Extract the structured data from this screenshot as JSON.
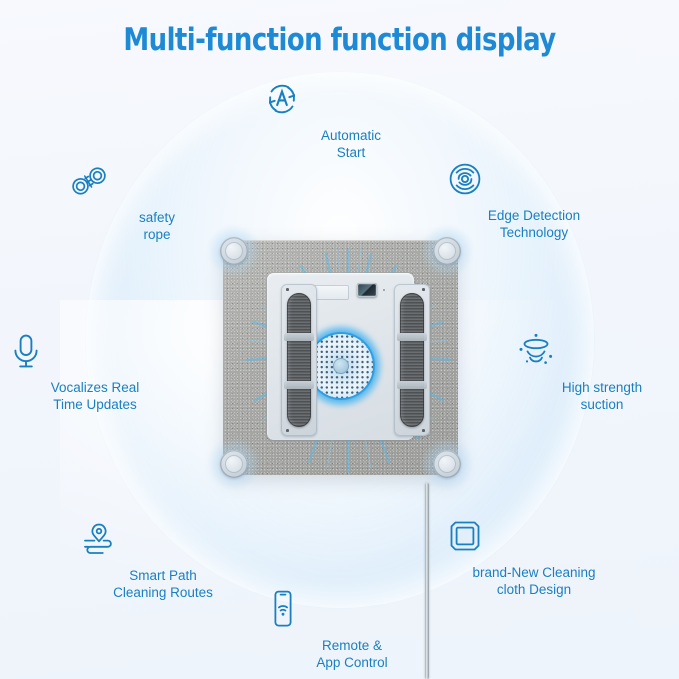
{
  "page": {
    "title": "Multi-function function display",
    "title_color": "#1e8ad6",
    "background_color": "#f4f7fc",
    "accent_color": "#1a7fc1",
    "glow_color": "#28a5eb"
  },
  "features": [
    {
      "id": "automatic-start",
      "icon": "automatic-start-icon",
      "label": "Automatic\nStart"
    },
    {
      "id": "safety-rope",
      "icon": "safety-rope-icon",
      "label": "safety\nrope"
    },
    {
      "id": "edge-detection",
      "icon": "edge-detection-icon",
      "label": "Edge Detection\nTechnology"
    },
    {
      "id": "vocalizes-updates",
      "icon": "microphone-icon",
      "label": "Vocalizes Real\nTime Updates"
    },
    {
      "id": "high-strength-suction",
      "icon": "suction-vortex-icon",
      "label": "High strength\nsuction"
    },
    {
      "id": "smart-path",
      "icon": "location-pin-path-icon",
      "label": "Smart Path\nCleaning Routes"
    },
    {
      "id": "cleaning-cloth",
      "icon": "cleaning-cloth-icon",
      "label": "brand-New Cleaning\ncloth Design"
    },
    {
      "id": "remote-app-control",
      "icon": "phone-wifi-icon",
      "label": "Remote &\nApp Control"
    }
  ],
  "product": {
    "name": "window-cleaning-robot",
    "body_color": "#a9aaa7",
    "parts": {
      "corner_sensors": 4,
      "roller_pads": 2,
      "center_fan": "suction-fan-grille",
      "top_sensor": "sensor-window",
      "top_label": "status-display",
      "power_button": "power-button",
      "cable": "safety-power-cable"
    }
  }
}
